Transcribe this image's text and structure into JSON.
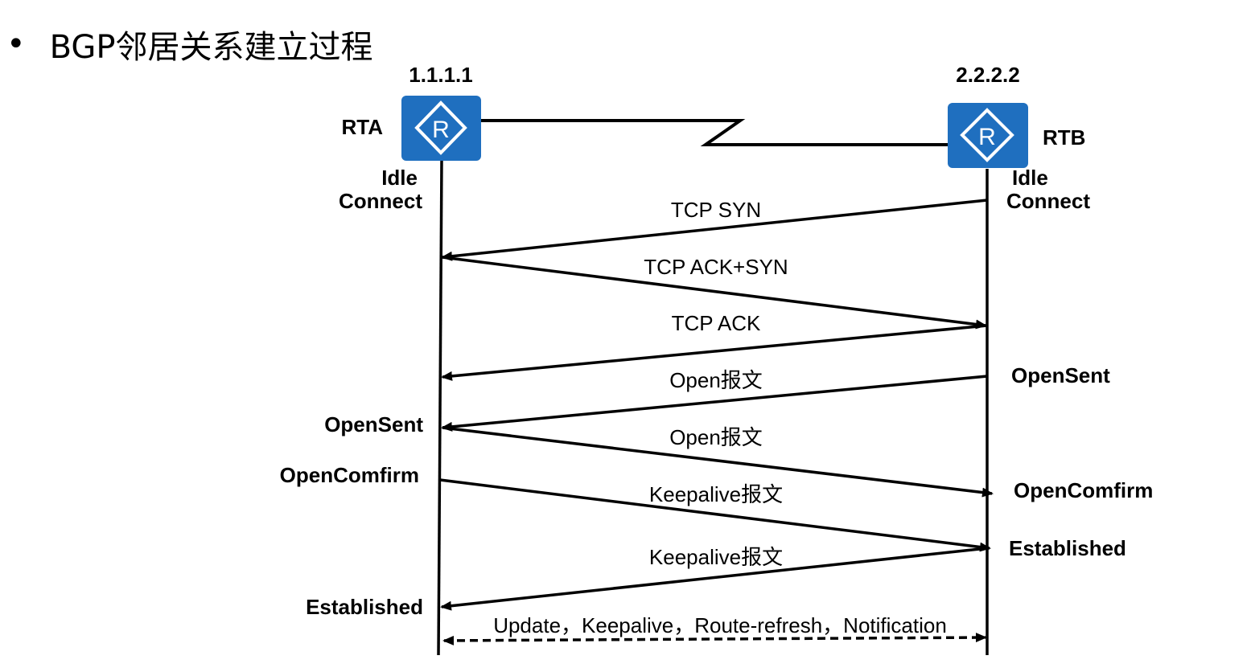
{
  "title": {
    "bullet": "•",
    "text": "BGP邻居关系建立过程"
  },
  "routers": {
    "left": {
      "ip": "1.1.1.1",
      "name": "RTA",
      "states_top": [
        "Idle",
        "Connect"
      ]
    },
    "right": {
      "ip": "2.2.2.2",
      "name": "RTB",
      "states_top": [
        "Idle",
        "Connect"
      ]
    }
  },
  "icon_color": "#1f6fbf",
  "messages": [
    {
      "label": "TCP SYN",
      "direction": "right-to-left"
    },
    {
      "label": "TCP ACK+SYN",
      "direction": "left-to-right"
    },
    {
      "label": "TCP ACK",
      "direction": "right-to-left"
    },
    {
      "label": "Open报文",
      "direction": "right-to-left"
    },
    {
      "label": "Open报文",
      "direction": "left-to-right"
    },
    {
      "label": "Keepalive报文",
      "direction": "left-to-right"
    },
    {
      "label": "Keepalive报文",
      "direction": "right-to-left"
    },
    {
      "label": "Update，Keepalive，Route-refresh，Notification",
      "direction": "both",
      "dashed": true
    }
  ],
  "states": {
    "left": [
      "OpenSent",
      "OpenComfirm",
      "Established"
    ],
    "right": [
      "OpenSent",
      "OpenComfirm",
      "Established"
    ]
  }
}
